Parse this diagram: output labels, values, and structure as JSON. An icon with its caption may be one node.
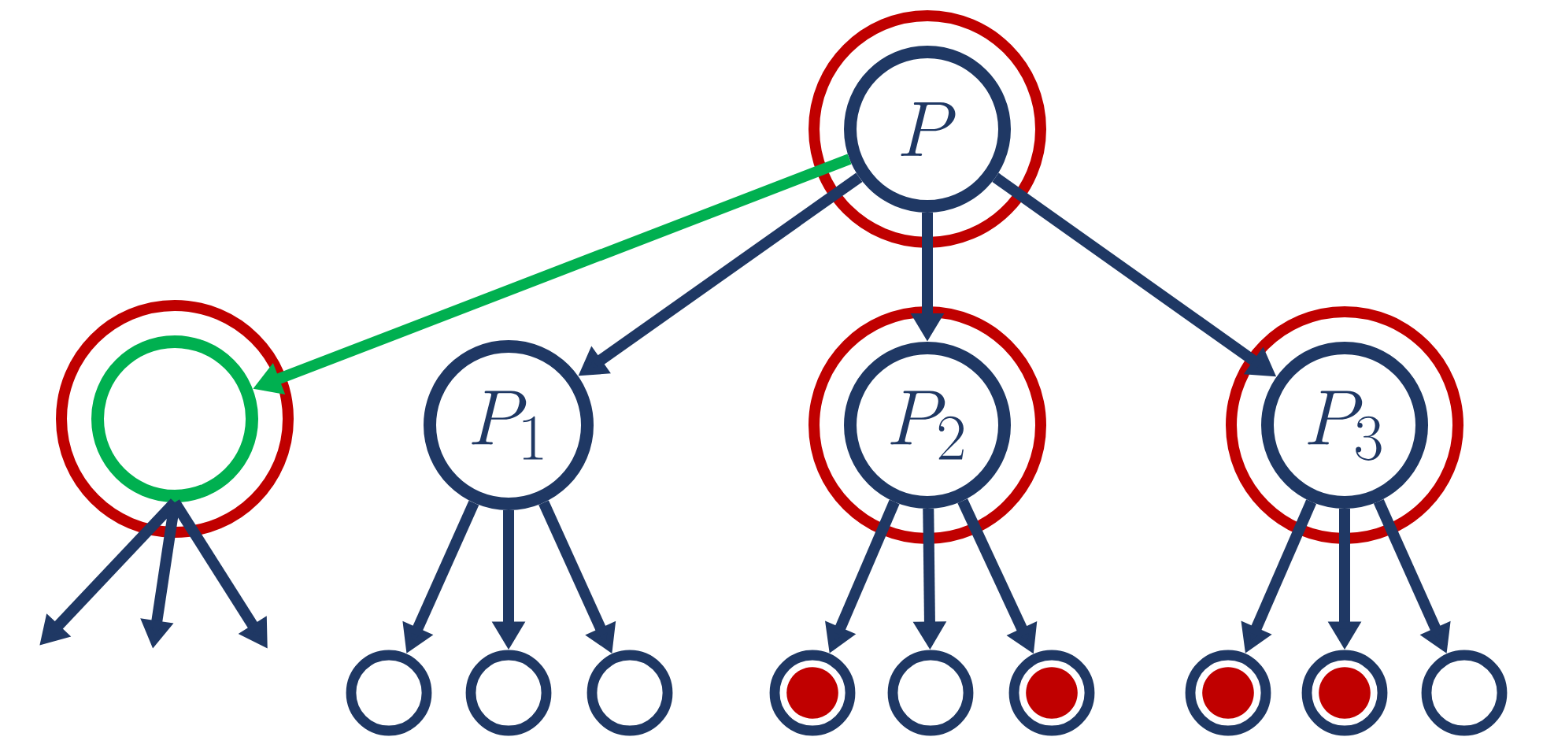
{
  "diagram": {
    "nodes": [
      {
        "text": [
          "P"
        ]
      },
      {
        "text": [],
        "shape": "circle"
      },
      {
        "text": [
          "P_{1}"
        ]
      },
      {
        "text": [
          "P_{2}"
        ]
      },
      {
        "text": [
          "P_{3}"
        ]
      },
      {
        "text": [],
        "shape": "circle"
      },
      {
        "text": [],
        "shape": "circle"
      },
      {
        "text": [],
        "shape": "circle"
      },
      {
        "text": [],
        "shape": "circle"
      },
      {
        "text": [],
        "shape": "circle"
      },
      {
        "text": [],
        "shape": "circle"
      },
      {
        "text": [],
        "shape": "circle"
      },
      {
        "text": [],
        "shape": "circle"
      },
      {
        "text": [],
        "shape": "circle"
      }
    ],
    "edges": [
      {
        "from": 0,
        "to": 1,
        "arrow": "to",
        "color": "#00b050"
      },
      {
        "from": 0,
        "to": 2,
        "arrow": "to"
      },
      {
        "from": 0,
        "to": 3,
        "arrow": "to"
      },
      {
        "from": 0,
        "to": 4,
        "arrow": "to"
      },
      {
        "from": 1,
        "to": null,
        "arrow": "to"
      },
      {
        "from": 1,
        "to": null,
        "arrow": "to"
      },
      {
        "from": 1,
        "to": null,
        "arrow": "to"
      },
      {
        "from": 2,
        "to": 5,
        "arrow": "to"
      },
      {
        "from": 2,
        "to": 6,
        "arrow": "to"
      },
      {
        "from": 2,
        "to": 7,
        "arrow": "to"
      },
      {
        "from": 3,
        "to": 8,
        "arrow": "to"
      },
      {
        "from": 3,
        "to": 9,
        "arrow": "to"
      },
      {
        "from": 3,
        "to": 10,
        "arrow": "to"
      },
      {
        "from": 4,
        "to": 11,
        "arrow": "to"
      },
      {
        "from": 4,
        "to": 12,
        "arrow": "to"
      },
      {
        "from": 4,
        "to": 13,
        "arrow": "to"
      }
    ]
  }
}
